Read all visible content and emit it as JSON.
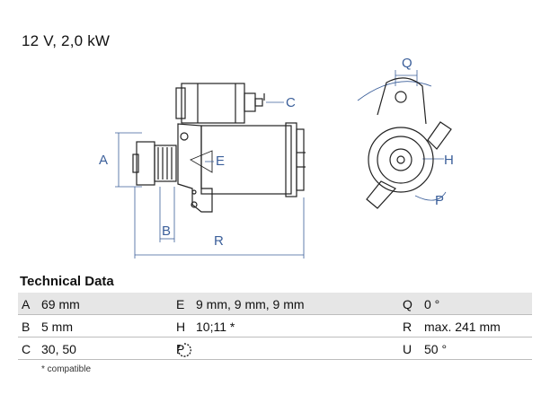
{
  "header": {
    "spec": "12 V, 2,0 kW"
  },
  "drawing": {
    "labels": {
      "A": "A",
      "B": "B",
      "C": "C",
      "E": "E",
      "R": "R",
      "Q": "Q",
      "H": "H",
      "P": "P"
    }
  },
  "technical_data": {
    "title": "Technical Data",
    "rows": [
      {
        "k1": "A",
        "v1": "69 mm",
        "k2": "E",
        "v2": "9 mm, 9 mm, 9 mm",
        "k3": "Q",
        "v3": "0 °"
      },
      {
        "k1": "B",
        "v1": "5 mm",
        "k2": "H",
        "v2": "10;11 *",
        "k3": "R",
        "v3": "max. 241 mm"
      },
      {
        "k1": "C",
        "v1": "30, 50",
        "k2": "P",
        "v2": "",
        "k3": "U",
        "v3": "50 °"
      }
    ],
    "p_value_icon": "clockwise-rotation-icon",
    "note": "* compatible"
  }
}
